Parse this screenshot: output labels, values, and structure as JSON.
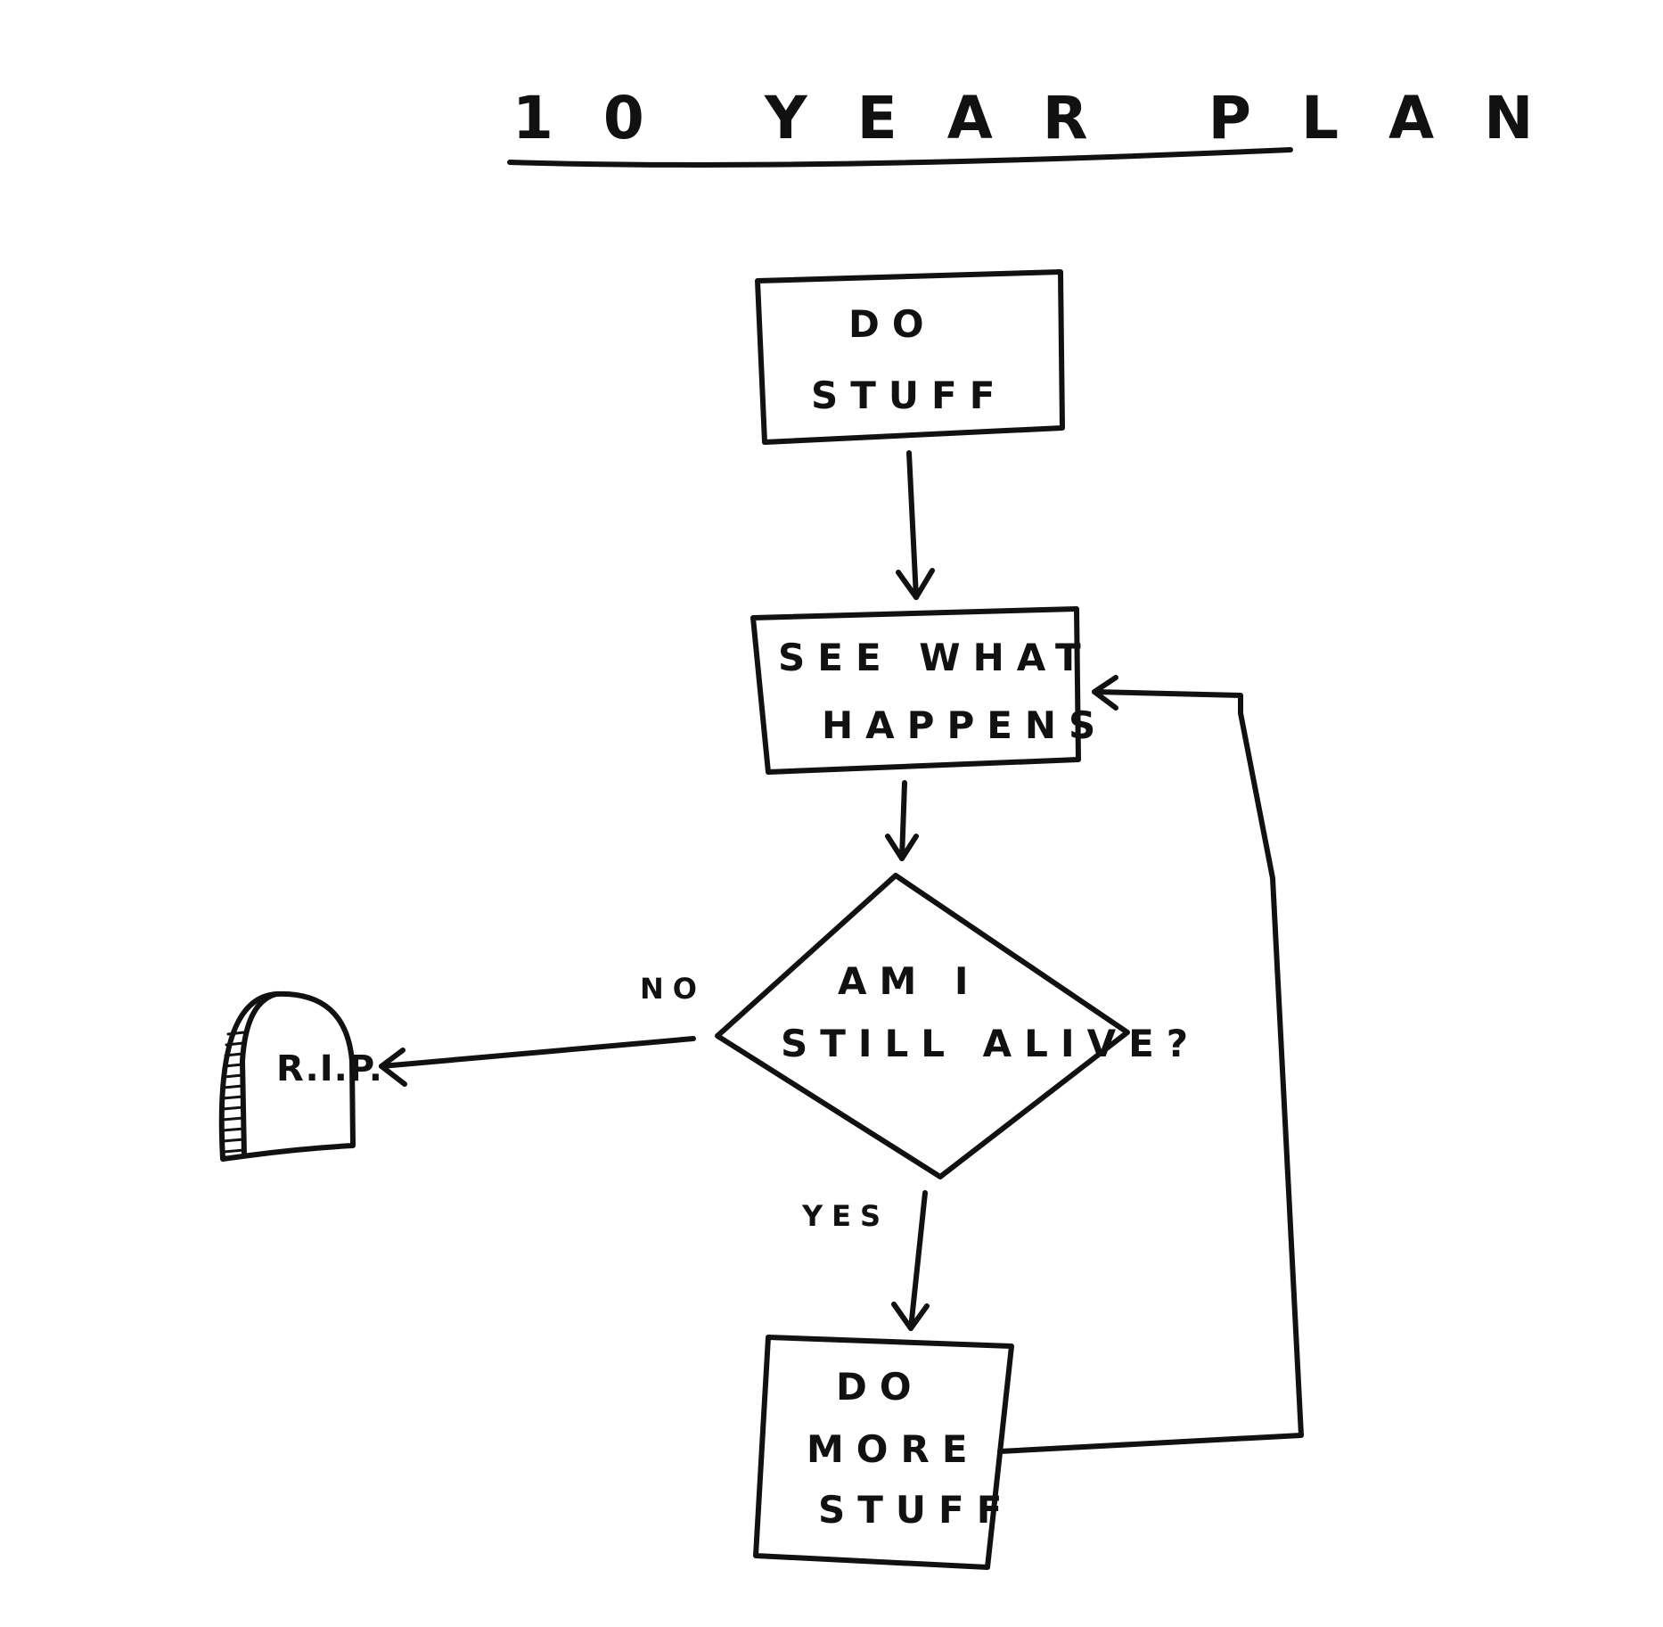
{
  "title": "10 YEAR PLAN",
  "nodes": {
    "do_stuff": {
      "line1": "DO",
      "line2": "STUFF"
    },
    "see_what_happens": {
      "line1": "SEE WHAT",
      "line2": "HAPPENS"
    },
    "decision": {
      "line1": "AM I",
      "line2": "STILL ALIVE?"
    },
    "do_more_stuff": {
      "line1": "DO",
      "line2": "MORE",
      "line3": "STUFF"
    }
  },
  "edges": {
    "no_label": "NO",
    "yes_label": "YES"
  },
  "tombstone": {
    "text": "R.I.P."
  },
  "colors": {
    "ink": "#111111",
    "background": "#ffffff"
  }
}
